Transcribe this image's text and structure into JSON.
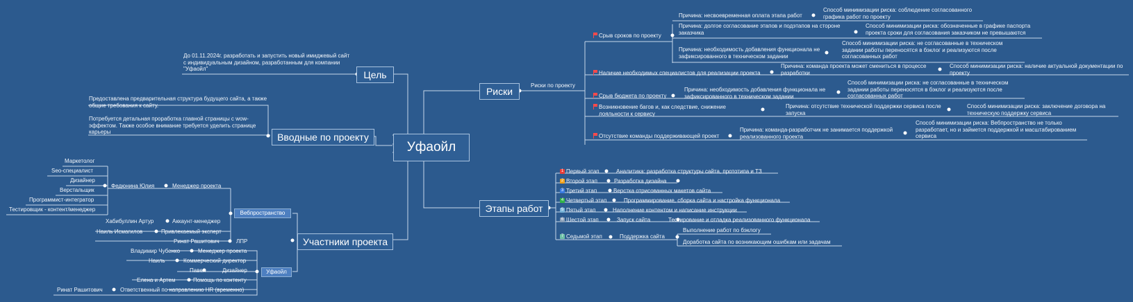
{
  "root": "Уфаойл",
  "goal": {
    "title": "Цель",
    "text": "До 01.11.2024г. разработать и запустить новый имиджевый сайт с индивидуальным дизайном, разработанным для компании \"Уфаойл\""
  },
  "intro": {
    "title": "Вводные по проекту",
    "items": [
      "Предоставлена предварительная структура будущего сайта, а также общие требования к сайту.",
      "Потребуется детальная проработка главной страницы с wow-эффектом. Также особое внимание требуется уделить странице карьеры"
    ]
  },
  "risks": {
    "title": "Риски",
    "label": "Риски по проекту",
    "r1": {
      "title": "Срыв сроков по проекту",
      "c1": "Причина: несвоевременная оплата этапа работ",
      "m1": "Способ минимизации риска: соблюдение согласованного графика работ по проекту",
      "c2": "Причина: долгое согласование этапов и подэтапов на стороне заказчика",
      "m2": "Способ минимизации риска: обозначенные в графике паспорта проекта сроки для согласования заказчиком не превышаются",
      "c3": "Причина: необходимость добавления функционала не зафиксированного в техническом задании",
      "m3": "Способ минимизации риска: не согласованные в техническом задании работы переносятся в бэклог и реализуются после согласованных работ"
    },
    "r2": {
      "title": "Наличие необходимых специалистов для реализации проекта",
      "c": "Причина: команда проекта может смениться в процессе разработки",
      "m": "Способ минимизации риска: наличие актуальной документации по проекту"
    },
    "r3": {
      "title": "Срыв бюджета по проекту",
      "c": "Причина: необходимость добавления функционала не зафиксированного в техническом задании",
      "m": "Способ минимизации риска: не согласованные в техническом задании работы переносятся в бэклог и реализуются после согласованных работ"
    },
    "r4": {
      "title": "Возникновение багов и, как следствие, снижение лояльности к сервису",
      "c": "Причина: отсутствие технической поддержки сервиса после запуска",
      "m": "Способ минимизации риска: заключение договора на техническую поддержку сервиса"
    },
    "r5": {
      "title": "Отсутствие команды поддерживающей проект",
      "c": "Причина: команда-разработчик не занимается поддержкой реализованного проекта",
      "m": "Способ минимизации риска: Вебпространство не только разработает, но и займется поддержкой и масштабированием сервиса"
    }
  },
  "stages": {
    "title": "Этапы работ",
    "s1": {
      "num": "1",
      "name": "Первый этап",
      "task": "Аналитика: разработка структуры сайта, прототипа и ТЗ"
    },
    "s2": {
      "num": "2",
      "name": "Второй этап",
      "task": "Разработка дизайна"
    },
    "s3": {
      "num": "3",
      "name": "Третий этап",
      "task": "Верстка отрисованных макетов сайта"
    },
    "s4": {
      "num": "4",
      "name": "Четвертый этап",
      "task": "Программирование, сборка сайта и настройка функционала"
    },
    "s5": {
      "num": "5",
      "name": "Пятый этап",
      "task": "Наполнение контентом и написание инструкции"
    },
    "s6": {
      "num": "6",
      "name": "Шестой этап",
      "task": "Запуск сайта",
      "subtask": "Тестирование и отладка реализованного функционала"
    },
    "s7": {
      "num": "7",
      "name": "Седьмой этап",
      "task": "Поддержка сайта",
      "sub1": "Выполнение работ по бэклогу",
      "sub2": "Доработка сайта по возникающим ошибкам или задачам"
    }
  },
  "team": {
    "title": "Участники проекта",
    "web": {
      "label": "Вебпространство",
      "pm_person": "Федюнина Юлия",
      "pm_role": "Менеджер проекта",
      "pm_team": [
        "Маркетолог",
        "Seo-специалист",
        "Дизайнер",
        "Верстальщик",
        "Программист-интегратор",
        "Тестировщик - контент/менеджер"
      ],
      "am_person": "Хабибуллин Артур",
      "am_role": "Аккаунт-менеджер",
      "ex_person": "Наиль Исмагилов",
      "ex_role": "Привлекаемый эксперт"
    },
    "ufa": {
      "label": "Уфаойл",
      "p1": {
        "person": "Ринат Рашитович",
        "role": "ЛПР"
      },
      "p2": {
        "person": "Владимир Чубенко",
        "role": "Менеджер проекта"
      },
      "p3": {
        "person": "Наиль",
        "role": "Коммерческий директор"
      },
      "p4": {
        "person": "Павел",
        "role": "Дизайнер"
      },
      "p5": {
        "person": "Елена и Артем",
        "role": "Помощь по контенту"
      },
      "p6": {
        "person": "Ринат Рашитович",
        "role": "Ответственный по направлению HR (временно)"
      }
    }
  }
}
